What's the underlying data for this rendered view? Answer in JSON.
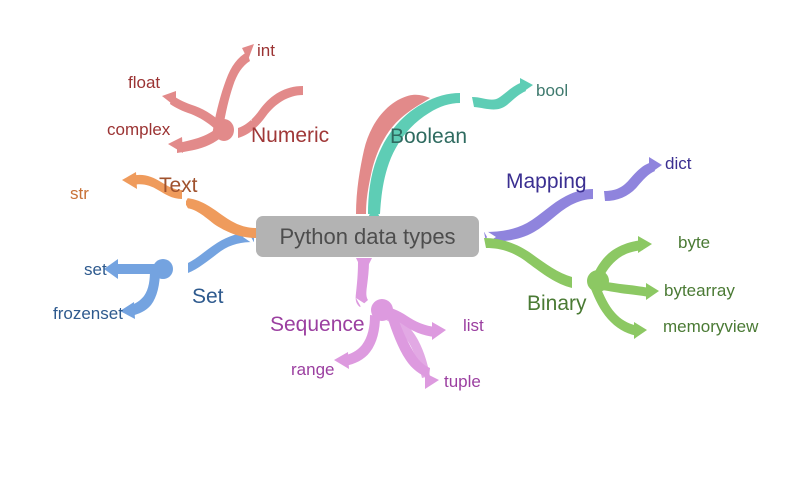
{
  "diagram": {
    "title": "Python data types",
    "canvas_bg": "#ffffff",
    "center": {
      "label": "Python data types",
      "fill": "#b3b3b3",
      "text_color": "#4d4d4d"
    },
    "branches": [
      {
        "id": "numeric",
        "label": "Numeric",
        "branch_color": "#e28a8a",
        "label_color": "#a03838",
        "leaf_color": "#9b3333",
        "children": [
          {
            "label": "int"
          },
          {
            "label": "float"
          },
          {
            "label": "complex"
          }
        ]
      },
      {
        "id": "boolean",
        "label": "Boolean",
        "branch_color": "#5ecdb5",
        "label_color": "#2f6b60",
        "leaf_color": "#3f7a6e",
        "children": [
          {
            "label": "bool"
          }
        ]
      },
      {
        "id": "mapping",
        "label": "Mapping",
        "branch_color": "#8f84dd",
        "label_color": "#3b2f91",
        "leaf_color": "#3b2f91",
        "children": [
          {
            "label": "dict"
          }
        ]
      },
      {
        "id": "binary",
        "label": "Binary",
        "branch_color": "#8cc863",
        "label_color": "#4a7a34",
        "leaf_color": "#4a7a34",
        "children": [
          {
            "label": "byte"
          },
          {
            "label": "bytearray"
          },
          {
            "label": "memoryview"
          }
        ]
      },
      {
        "id": "sequence",
        "label": "Sequence",
        "branch_color": "#dd9adf",
        "label_color": "#9b3fa0",
        "leaf_color": "#9b3fa0",
        "children": [
          {
            "label": "list"
          },
          {
            "label": "range"
          },
          {
            "label": "tuple"
          }
        ]
      },
      {
        "id": "set",
        "label": "Set",
        "branch_color": "#74a3e0",
        "label_color": "#2e5a8e",
        "leaf_color": "#2e5a8e",
        "children": [
          {
            "label": "set"
          },
          {
            "label": "frozenset"
          }
        ]
      },
      {
        "id": "text",
        "label": "Text",
        "branch_color": "#ef9b5c",
        "label_color": "#a0522d",
        "leaf_color": "#c87137",
        "children": [
          {
            "label": "str"
          }
        ]
      }
    ]
  },
  "labels": {
    "center": "Python data types",
    "numeric": "Numeric",
    "int": "int",
    "float": "float",
    "complex": "complex",
    "boolean": "Boolean",
    "bool": "bool",
    "mapping": "Mapping",
    "dict": "dict",
    "binary": "Binary",
    "byte": "byte",
    "bytearray": "bytearray",
    "memoryview": "memoryview",
    "sequence": "Sequence",
    "list": "list",
    "range": "range",
    "tuple": "tuple",
    "set_branch": "Set",
    "set_leaf": "set",
    "frozenset": "frozenset",
    "text": "Text",
    "str": "str"
  }
}
